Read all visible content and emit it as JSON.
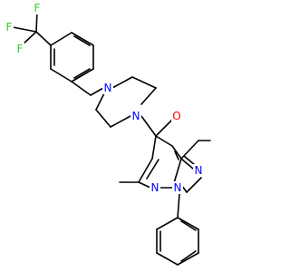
{
  "molecule": {
    "colors": {
      "bond": "#000000",
      "nitrogen": "#0000ff",
      "oxygen": "#ff0000",
      "fluorine": "#33cc33",
      "background": "#ffffff"
    },
    "atoms": {
      "f1": "F",
      "f2": "F",
      "f3": "F",
      "n_pip_top": "N",
      "n_pip_bottom": "N",
      "o_carbonyl": "O",
      "n_pyrazole": "N",
      "n_pyridine": "N",
      "n_phenyl": "N"
    }
  }
}
